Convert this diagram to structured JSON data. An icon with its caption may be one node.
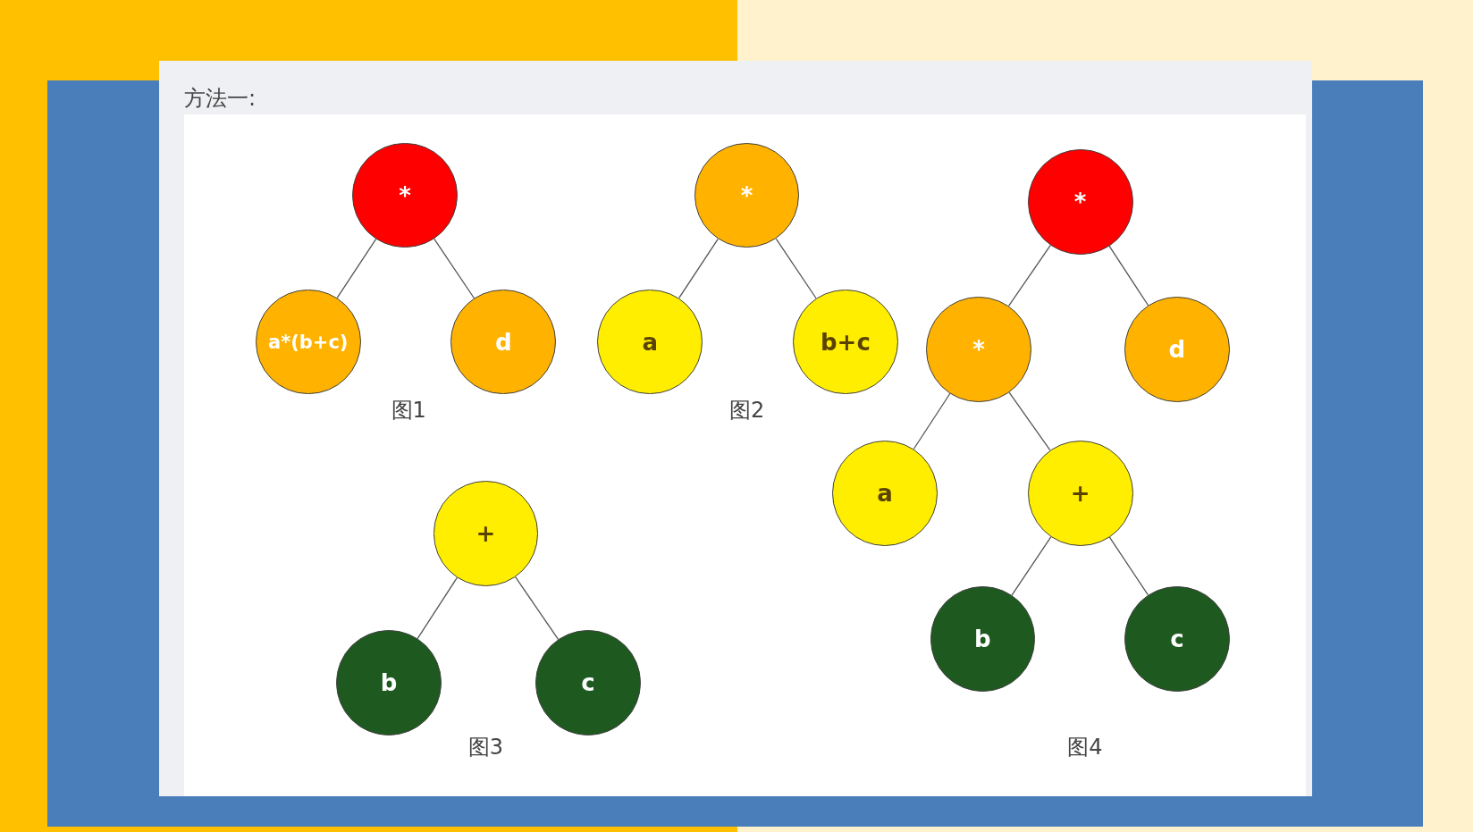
{
  "diagram": {
    "nodes": [
      {
        "text": [
          "*"
        ]
      },
      {
        "text": [
          "a*(b+c)"
        ]
      },
      {
        "text": [
          "d"
        ]
      },
      {
        "text": [
          "*"
        ]
      },
      {
        "text": [
          "a"
        ]
      },
      {
        "text": [
          "b+c"
        ]
      },
      {
        "text": [
          "*"
        ]
      },
      {
        "text": [
          "*"
        ]
      },
      {
        "text": [
          "d"
        ]
      },
      {
        "text": [
          "a"
        ]
      },
      {
        "text": [
          "+"
        ]
      },
      {
        "text": [
          "b"
        ]
      },
      {
        "text": [
          "c"
        ]
      },
      {
        "text": [
          "+"
        ]
      },
      {
        "text": [
          "b"
        ]
      },
      {
        "text": [
          "c"
        ]
      }
    ],
    "edges": [
      {
        "from": 0,
        "to": 1,
        "arrow": "none"
      },
      {
        "from": 0,
        "to": 2,
        "arrow": "none"
      },
      {
        "from": 3,
        "to": 4,
        "arrow": "none"
      },
      {
        "from": 3,
        "to": 5,
        "arrow": "none"
      },
      {
        "from": 6,
        "to": 7,
        "arrow": "none"
      },
      {
        "from": 6,
        "to": 8,
        "arrow": "none"
      },
      {
        "from": 7,
        "to": 9,
        "arrow": "none"
      },
      {
        "from": 7,
        "to": 10,
        "arrow": "none"
      },
      {
        "from": 10,
        "to": 11,
        "arrow": "none"
      },
      {
        "from": 10,
        "to": 12,
        "arrow": "none"
      },
      {
        "from": 13,
        "to": 14,
        "arrow": "none"
      },
      {
        "from": 13,
        "to": 15,
        "arrow": "none"
      }
    ],
    "labels": [
      "方法一:",
      "图1",
      "图2",
      "图4",
      "图3"
    ]
  }
}
